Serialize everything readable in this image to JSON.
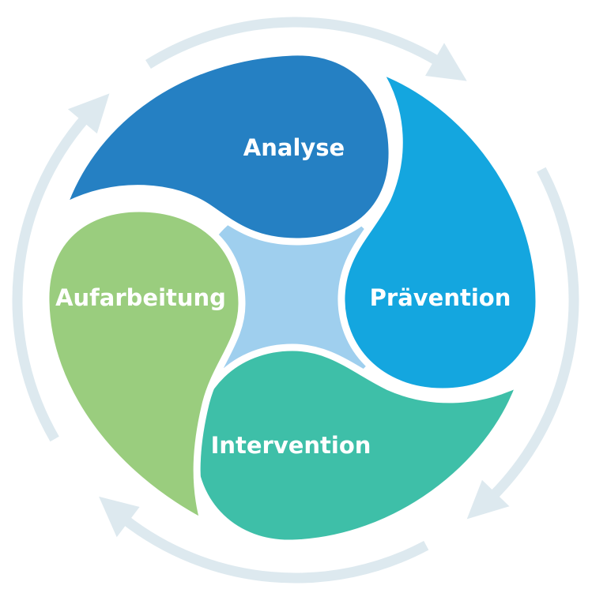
{
  "segments": [
    {
      "label": "Analyse",
      "color": "#2580c3"
    },
    {
      "label": "Prävention",
      "color": "#14a6df"
    },
    {
      "label": "Intervention",
      "color": "#3ebfa8"
    },
    {
      "label": "Aufarbeitung",
      "color": "#9acd7e"
    }
  ],
  "colors": {
    "center": "#9fcfee",
    "arrow": "#dde9ef"
  }
}
